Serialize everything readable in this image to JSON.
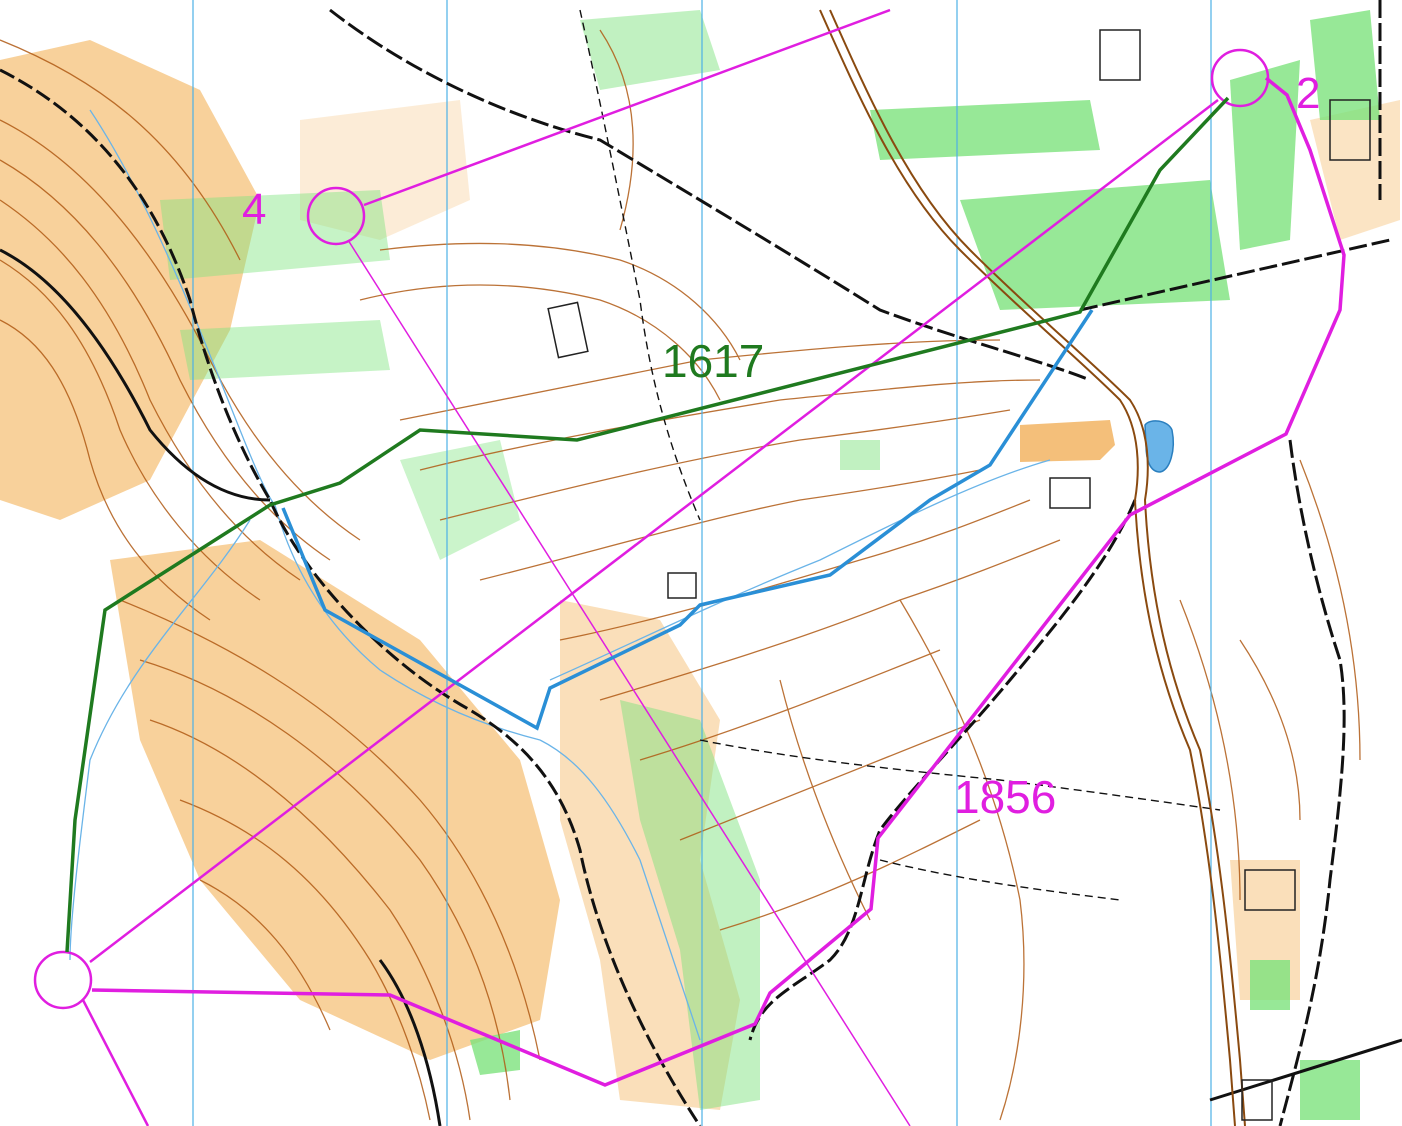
{
  "map": {
    "controls": [
      {
        "number": "4"
      },
      {
        "number": "2"
      }
    ],
    "routes": [
      {
        "label": "1617",
        "color": "#1f7a1f"
      },
      {
        "label": "1856",
        "color": "#e01ee0"
      },
      {
        "label": "",
        "color": "#2a8fd6"
      }
    ],
    "colors": {
      "course": "#e01ee0",
      "open_land": "#f7c98a",
      "green_vegetation": "#7ee37e",
      "contour": "#b05a14",
      "water": "#6ab4e8",
      "north_lines": "#4db0e6",
      "track": "#111111"
    }
  }
}
